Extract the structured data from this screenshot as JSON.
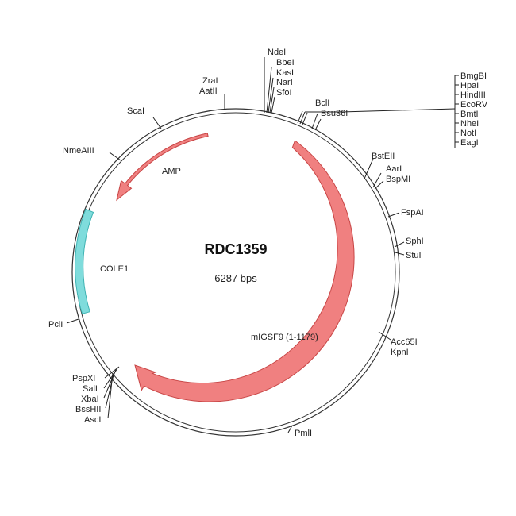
{
  "plasmid": {
    "name": "RDC1359",
    "size": "6287 bps"
  },
  "features": {
    "amp": "AMP",
    "cole1": "COLE1",
    "migsf9": "mIGSF9 (1-1179)"
  },
  "sites": {
    "ndei": "NdeI",
    "bbei": "BbeI",
    "kasi": "KasI",
    "nari": "NarI",
    "sfoi": "SfoI",
    "zrai": "ZraI",
    "aatii": "AatII",
    "bcli": "BclI",
    "bsu36i": "Bsu36I",
    "bmgbi": "BmgBI",
    "hpai": "HpaI",
    "hindiii": "HindIII",
    "ecorv": "EcoRV",
    "bmti": "BmtI",
    "nhei": "NheI",
    "noti": "NotI",
    "eagi": "EagI",
    "scai": "ScaI",
    "nmeaiii": "NmeAIII",
    "bsteii": "BstEII",
    "aari": "AarI",
    "bspmi": "BspMI",
    "fspai": "FspAI",
    "sphi": "SphI",
    "stui": "StuI",
    "pcii": "PciI",
    "acc65i": "Acc65I",
    "kpni": "KpnI",
    "pspxi": "PspXI",
    "sali": "SalI",
    "xbai": "XbaI",
    "bsshii": "BssHII",
    "asci": "AscI",
    "pmli": "PmlI"
  },
  "colors": {
    "backbone": "#333333",
    "feature_red_fill": "#f08080",
    "feature_red_stroke": "#c84646",
    "feature_cyan_fill": "#7fdcdc",
    "feature_cyan_stroke": "#3fb3b3"
  }
}
